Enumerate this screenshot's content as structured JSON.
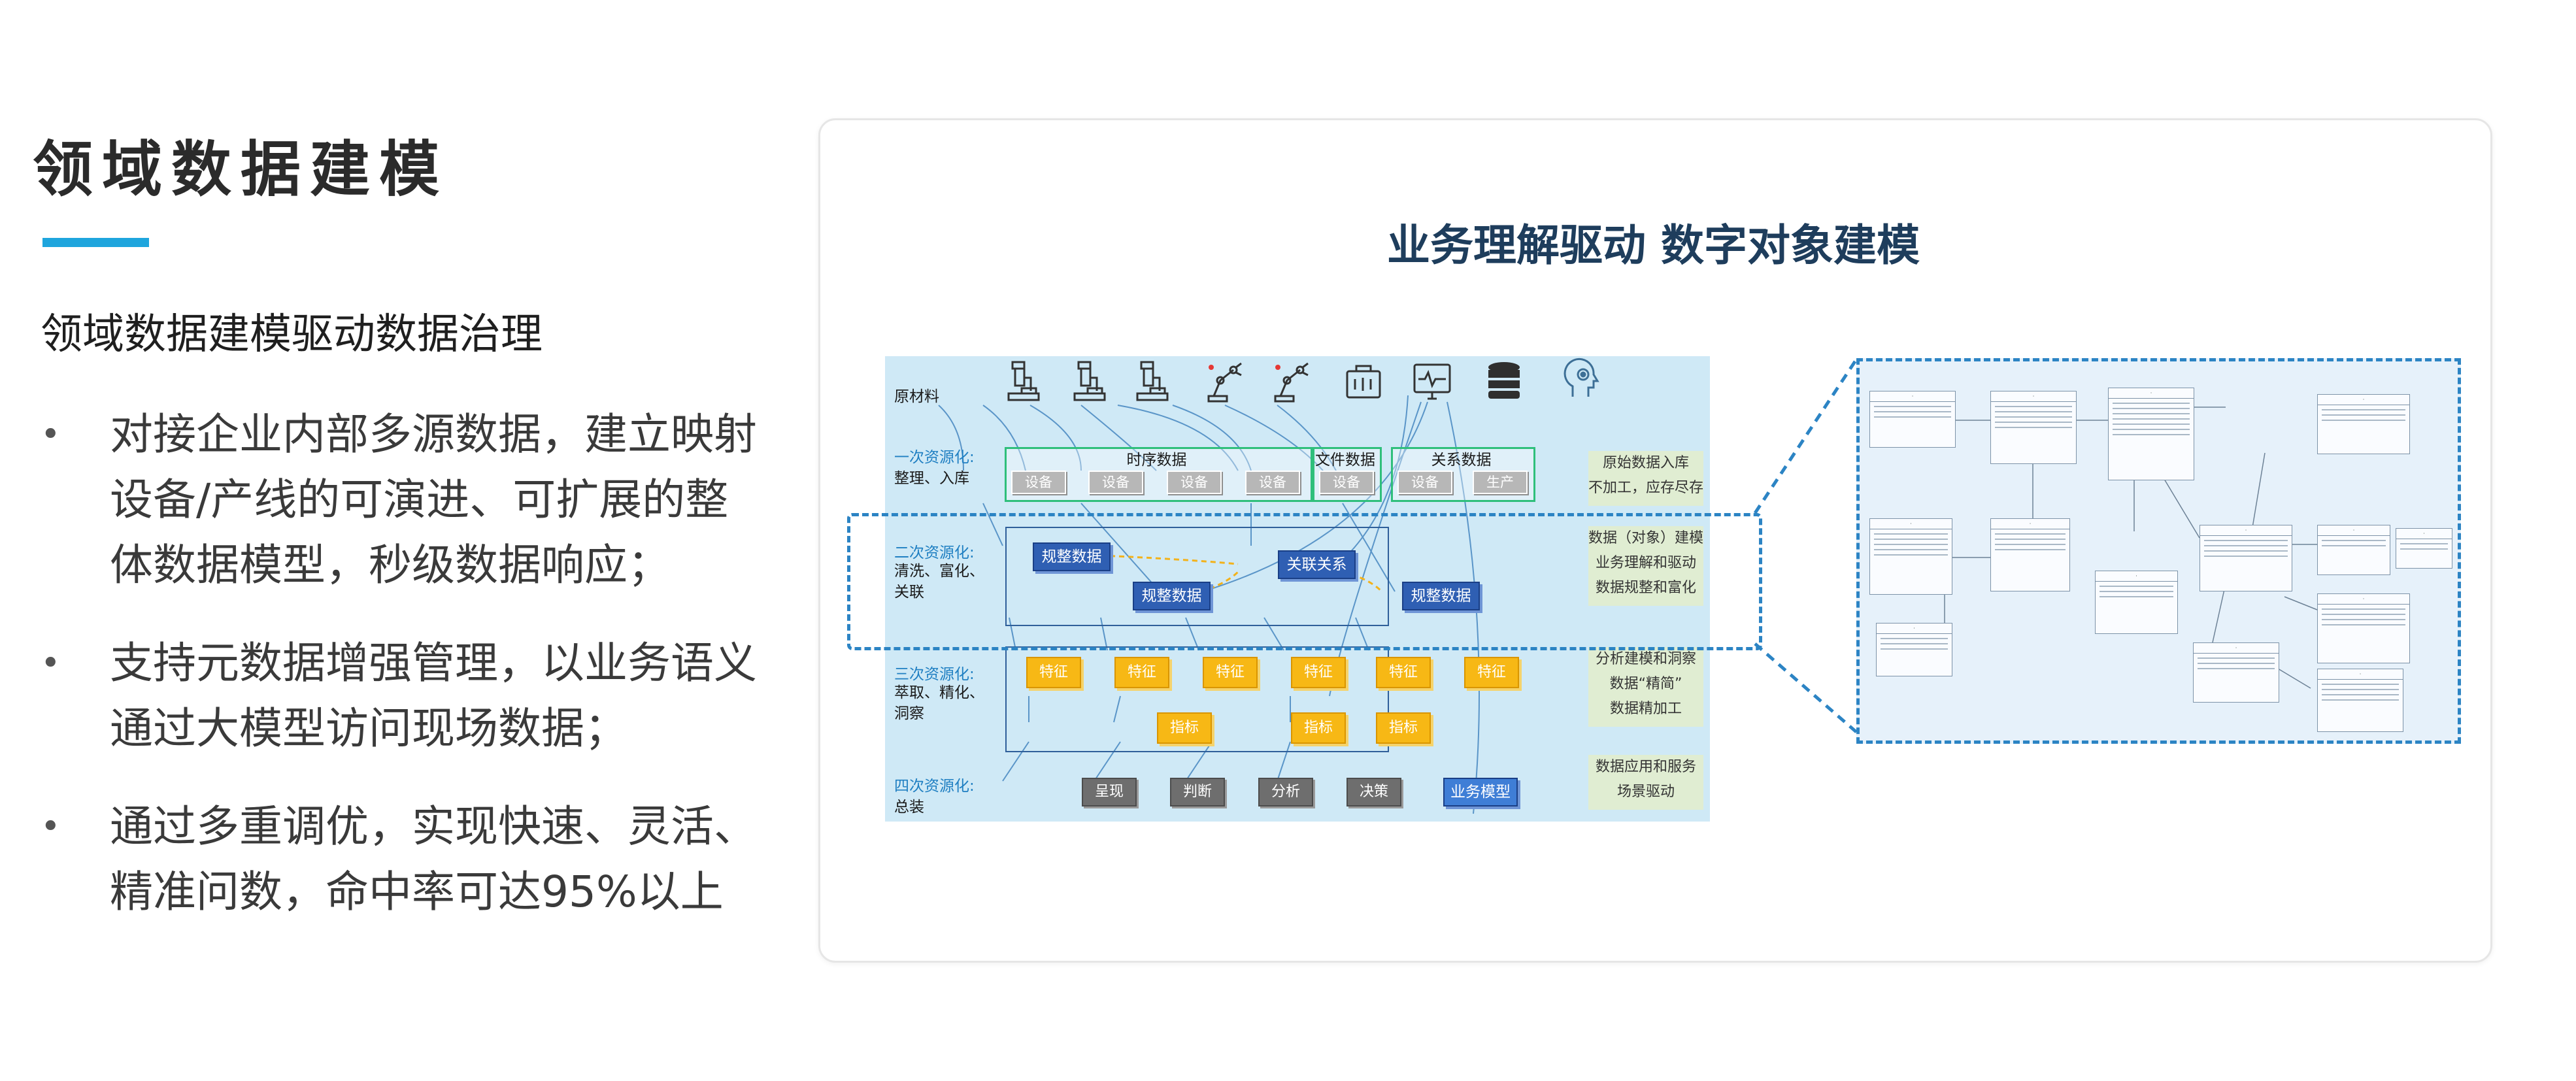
{
  "page": {
    "title": "领域数据建模",
    "subtitle": "领域数据建模驱动数据治理",
    "bullet_char": "•",
    "bullets": [
      [
        "对接企业内部多源数据，建立映射",
        "设备/产线的可演进、可扩展的整",
        "体数据模型，秒级数据响应；"
      ],
      [
        "支持元数据增强管理，以业务语义",
        "通过大模型访问现场数据；"
      ],
      [
        "通过多重调优，实现快速、灵活、",
        "精准问数，命中率可达95%以上"
      ]
    ]
  },
  "colors": {
    "accent": "#1ea5dd",
    "title_dark": "#1e3d5c",
    "flow_bg": "#cfe9f6",
    "dashed_blue": "#2c84c4"
  },
  "card": {
    "title": "业务理解驱动 数字对象建模",
    "flow": {
      "stages": [
        {
          "name": "",
          "desc": "原材料"
        },
        {
          "name": "一次资源化:",
          "desc": "整理、入库"
        },
        {
          "name": "二次资源化:",
          "desc": "清洗、富化、关联"
        },
        {
          "name": "三次资源化:",
          "desc": "萃取、精化、洞察"
        },
        {
          "name": "四次资源化:",
          "desc": "总装"
        }
      ],
      "icons": [
        "microscope-icon",
        "microscope-icon",
        "microscope-icon",
        "robot-arm-icon",
        "robot-arm-icon",
        "toolbox-icon",
        "monitor-icon",
        "database-icon",
        "ai-head-icon"
      ],
      "groups": [
        {
          "label": "时序数据",
          "chips": [
            "设备",
            "设备",
            "设备",
            "设备"
          ]
        },
        {
          "label": "文件数据",
          "chips": [
            "设备"
          ]
        },
        {
          "label": "关系数据",
          "chips": [
            "设备",
            "生产"
          ]
        }
      ],
      "stage2_chips": [
        "规整数据",
        "规整数据",
        "关联关系",
        "规整数据"
      ],
      "features": [
        "特征",
        "特征",
        "特征",
        "特征",
        "特征",
        "特征"
      ],
      "metrics": [
        "指标",
        "指标",
        "指标"
      ],
      "outputs": [
        "呈现",
        "判断",
        "分析",
        "决策",
        "业务模型"
      ],
      "notes": [
        [
          "原始数据入库",
          "不加工，应存尽存"
        ],
        [
          "数据（对象）建模",
          "业务理解和驱动",
          "数据规整和富化"
        ],
        [
          "分析建模和洞察",
          "数据“精简”",
          "数据精加工"
        ],
        [
          "数据应用和服务",
          "场景驱动"
        ]
      ]
    }
  }
}
